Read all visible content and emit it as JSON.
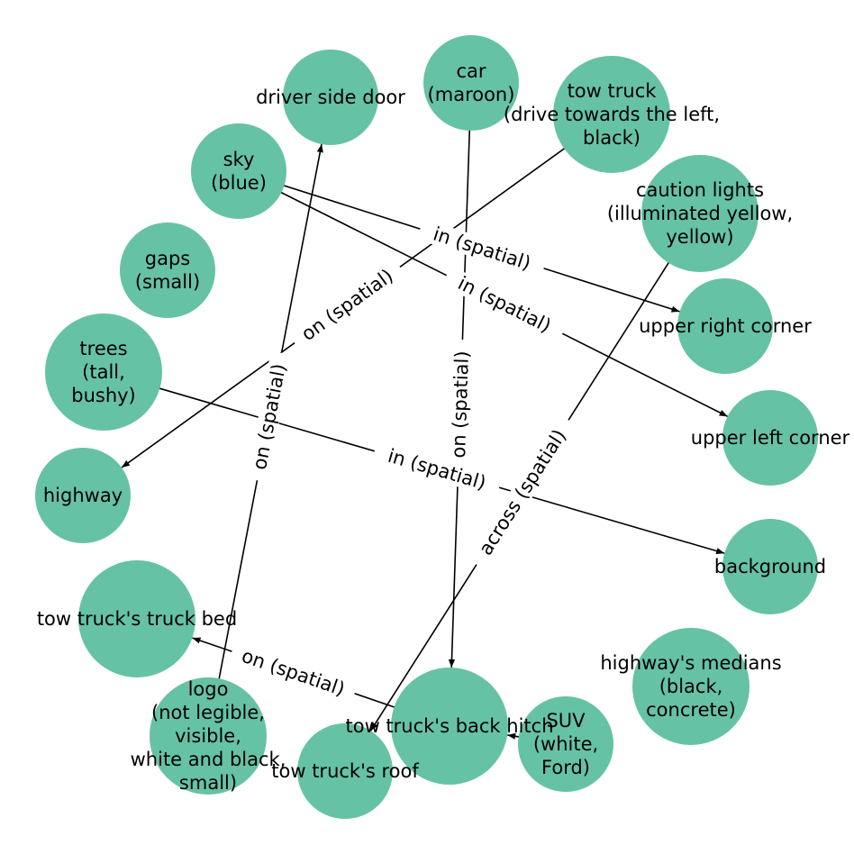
{
  "colors": {
    "node_fill": "#66c2a5",
    "edge": "#000000",
    "label_bg": "#ffffff"
  },
  "nodes": [
    {
      "id": "door",
      "lines": [
        "driver side door"
      ]
    },
    {
      "id": "car",
      "lines": [
        "car",
        "(maroon)"
      ]
    },
    {
      "id": "towtruck",
      "lines": [
        "tow truck",
        "(drive towards the left,",
        "black)"
      ]
    },
    {
      "id": "sky",
      "lines": [
        "sky",
        "(blue)"
      ]
    },
    {
      "id": "caution",
      "lines": [
        "caution lights",
        "(illuminated yellow,",
        "yellow)"
      ]
    },
    {
      "id": "gaps",
      "lines": [
        "gaps",
        "(small)"
      ]
    },
    {
      "id": "urc",
      "lines": [
        "upper right corner"
      ]
    },
    {
      "id": "trees",
      "lines": [
        "trees",
        "(tall,",
        "bushy)"
      ]
    },
    {
      "id": "ulc",
      "lines": [
        "upper left corner"
      ]
    },
    {
      "id": "highway",
      "lines": [
        "highway"
      ]
    },
    {
      "id": "background",
      "lines": [
        "background"
      ]
    },
    {
      "id": "bed",
      "lines": [
        "tow truck's truck bed"
      ]
    },
    {
      "id": "medians",
      "lines": [
        "highway's medians",
        "(black,",
        "concrete)"
      ]
    },
    {
      "id": "logo",
      "lines": [
        "logo",
        "(not legible,",
        "visible,",
        "white and black,",
        "small)"
      ]
    },
    {
      "id": "hitch",
      "lines": [
        "tow truck's back hitch"
      ]
    },
    {
      "id": "suv",
      "lines": [
        "SUV",
        "(white,",
        "Ford)"
      ]
    },
    {
      "id": "roof",
      "lines": [
        "tow truck's roof"
      ]
    }
  ],
  "edges": [
    {
      "source": "sky",
      "target": "urc",
      "label": "in (spatial)"
    },
    {
      "source": "sky",
      "target": "ulc",
      "label": "in (spatial)"
    },
    {
      "source": "towtruck",
      "target": "highway",
      "label": "on (spatial)"
    },
    {
      "source": "car",
      "target": "hitch",
      "label": "on (spatial)"
    },
    {
      "source": "logo",
      "target": "door",
      "label": "on (spatial)"
    },
    {
      "source": "trees",
      "target": "background",
      "label": "in (spatial)"
    },
    {
      "source": "caution",
      "target": "roof",
      "label": "across (spatial)"
    },
    {
      "source": "hitch",
      "target": "bed",
      "label": "on (spatial)"
    },
    {
      "source": "suv",
      "target": "hitch",
      "label": ""
    }
  ]
}
